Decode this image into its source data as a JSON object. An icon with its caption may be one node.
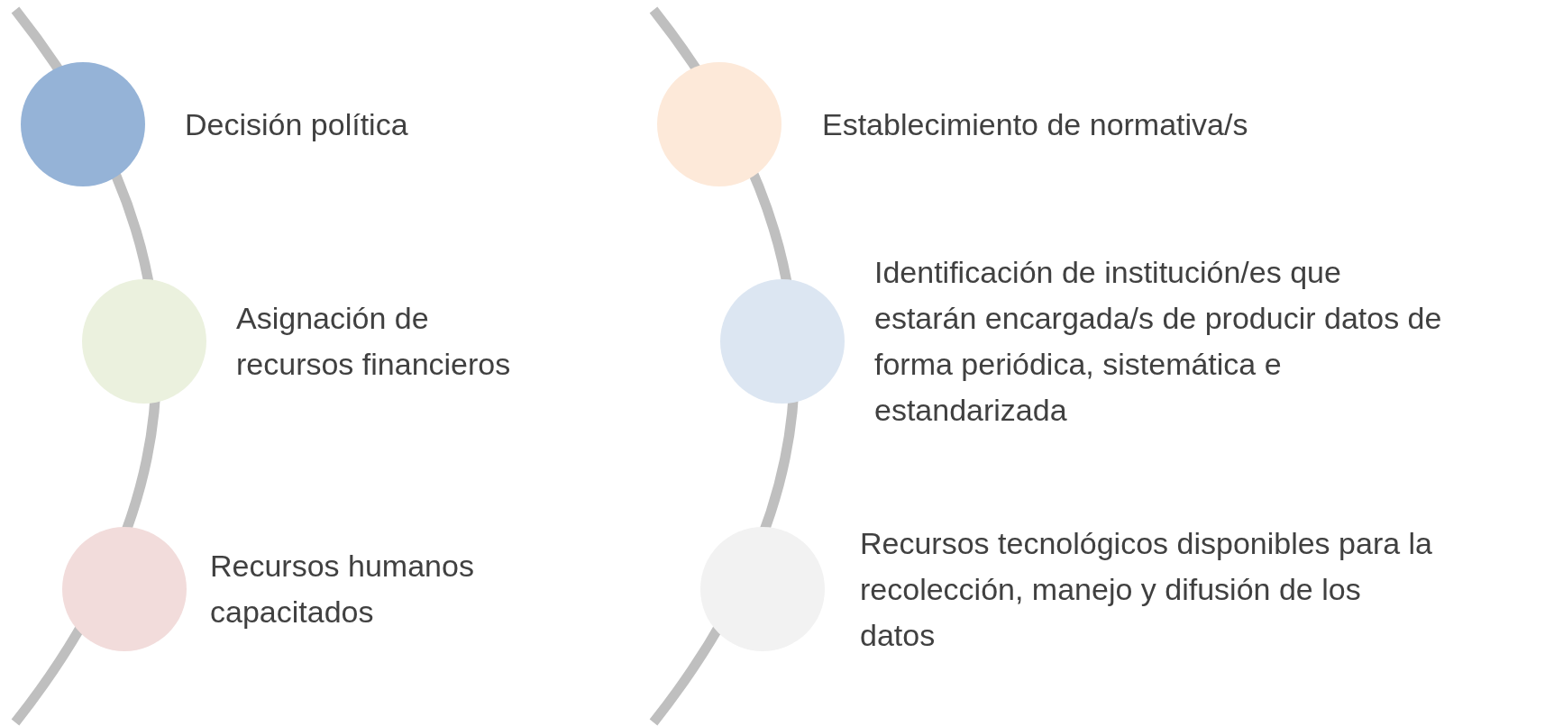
{
  "diagram": {
    "nodes": [
      {
        "text": [],
        "shape": "circle",
        "beside": [
          "Decisión política"
        ]
      },
      {
        "text": [],
        "shape": "circle",
        "beside": [
          "Asignación de recursos financieros"
        ]
      },
      {
        "text": [],
        "shape": "circle",
        "beside": [
          "Recursos humanos capacitados"
        ]
      },
      {
        "text": [],
        "shape": "circle",
        "beside": [
          "Establecimiento de normativa/s"
        ]
      },
      {
        "text": [],
        "shape": "circle",
        "beside": [
          "Identificación de institución/es que estarán encargada/s de producir datos de forma periódica, sistemática e estandarizada"
        ]
      },
      {
        "text": [],
        "shape": "circle",
        "beside": [
          "Recursos tecnológicos disponibles para la recolección, manejo y difusión de los datos"
        ]
      }
    ],
    "edges": []
  }
}
